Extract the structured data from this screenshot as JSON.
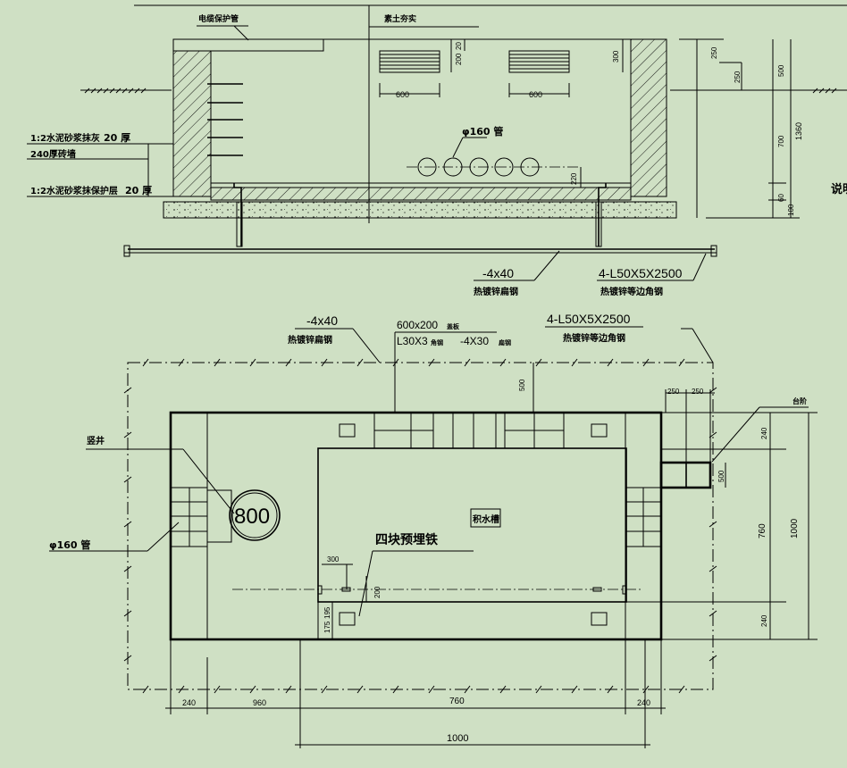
{
  "section": {
    "labels": {
      "cable_pipe": "电缆保护管",
      "soil": "素土夯实",
      "phi160": "φ160 管",
      "plaster": "1:2水泥砂浆抹灰",
      "plaster_thk": "20 厚",
      "brick": "240厚砖墙",
      "protect": "1:2水泥砂浆抹保护层",
      "protect_thk": "20 厚",
      "flat_steel": "-4x40",
      "flat_steel_note": "热镀锌扁钢",
      "angle_steel": "4-L50X5X2500",
      "angle_steel_note": "热镀锌等边角钢",
      "side_note": "说明"
    },
    "dims": {
      "d200": "200",
      "d20": "20",
      "d300": "300",
      "d600a": "600",
      "d600b": "600",
      "d220": "220",
      "d250a": "250",
      "d250b": "250",
      "d500": "500",
      "d700": "700",
      "d60": "60",
      "d100": "100",
      "d1360": "1360"
    }
  },
  "plan": {
    "labels": {
      "flat_steel": "-4x40",
      "flat_steel_note": "热镀锌扁钢",
      "grate": "600x200",
      "grate_note": "盖板",
      "angle_small": "L30X3",
      "angle_small_note": "角钢",
      "bar": "-4X30",
      "bar_note": "扁钢",
      "angle_steel": "4-L50X5X2500",
      "angle_steel_note": "热镀锌等边角钢",
      "step": "台阶",
      "shaft": "竖井",
      "phi160": "φ160 管",
      "hole": "800",
      "sump": "积水槽",
      "embedded": "四块预埋铁"
    },
    "dims": {
      "d500top": "500",
      "d250a": "250",
      "d250b": "250",
      "d240r1": "240",
      "d500r": "500",
      "d760v": "760",
      "d1000v": "1000",
      "d240r2": "240",
      "d300": "300",
      "d200": "200",
      "d175": "175",
      "d195": "195",
      "b240a": "240",
      "b960": "960",
      "b760": "760",
      "b240b": "240",
      "b1000": "1000"
    }
  }
}
